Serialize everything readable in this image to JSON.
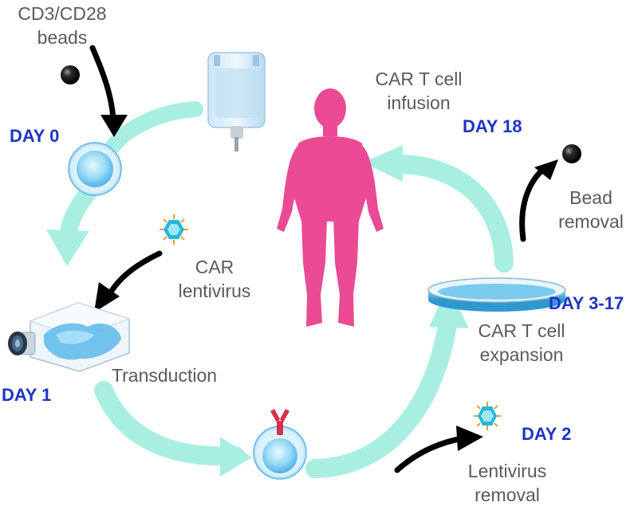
{
  "labels": {
    "beads": [
      "CD3/CD28",
      "beads"
    ],
    "car_lentivirus": [
      "CAR",
      "lentivirus"
    ],
    "transduction": "Transduction",
    "infusion": [
      "CAR T cell",
      "infusion"
    ],
    "bead_removal": [
      "Bead",
      "removal"
    ],
    "expansion": [
      "CAR T cell",
      "expansion"
    ],
    "lentivirus_removal": [
      "Lentivirus",
      "removal"
    ]
  },
  "days": {
    "day0": "DAY 0",
    "day1": "DAY 1",
    "day2": "DAY 2",
    "day3_17": "DAY 3-17",
    "day18": "DAY 18"
  },
  "colors": {
    "cycle_arrow": "#a9efe1",
    "day_label": "#1f33c6",
    "text": "#5a5a5a",
    "human": "#ea4b94",
    "cell": "#7fd0f2",
    "car_receptor": "#d8304a",
    "bead": "#111111"
  }
}
